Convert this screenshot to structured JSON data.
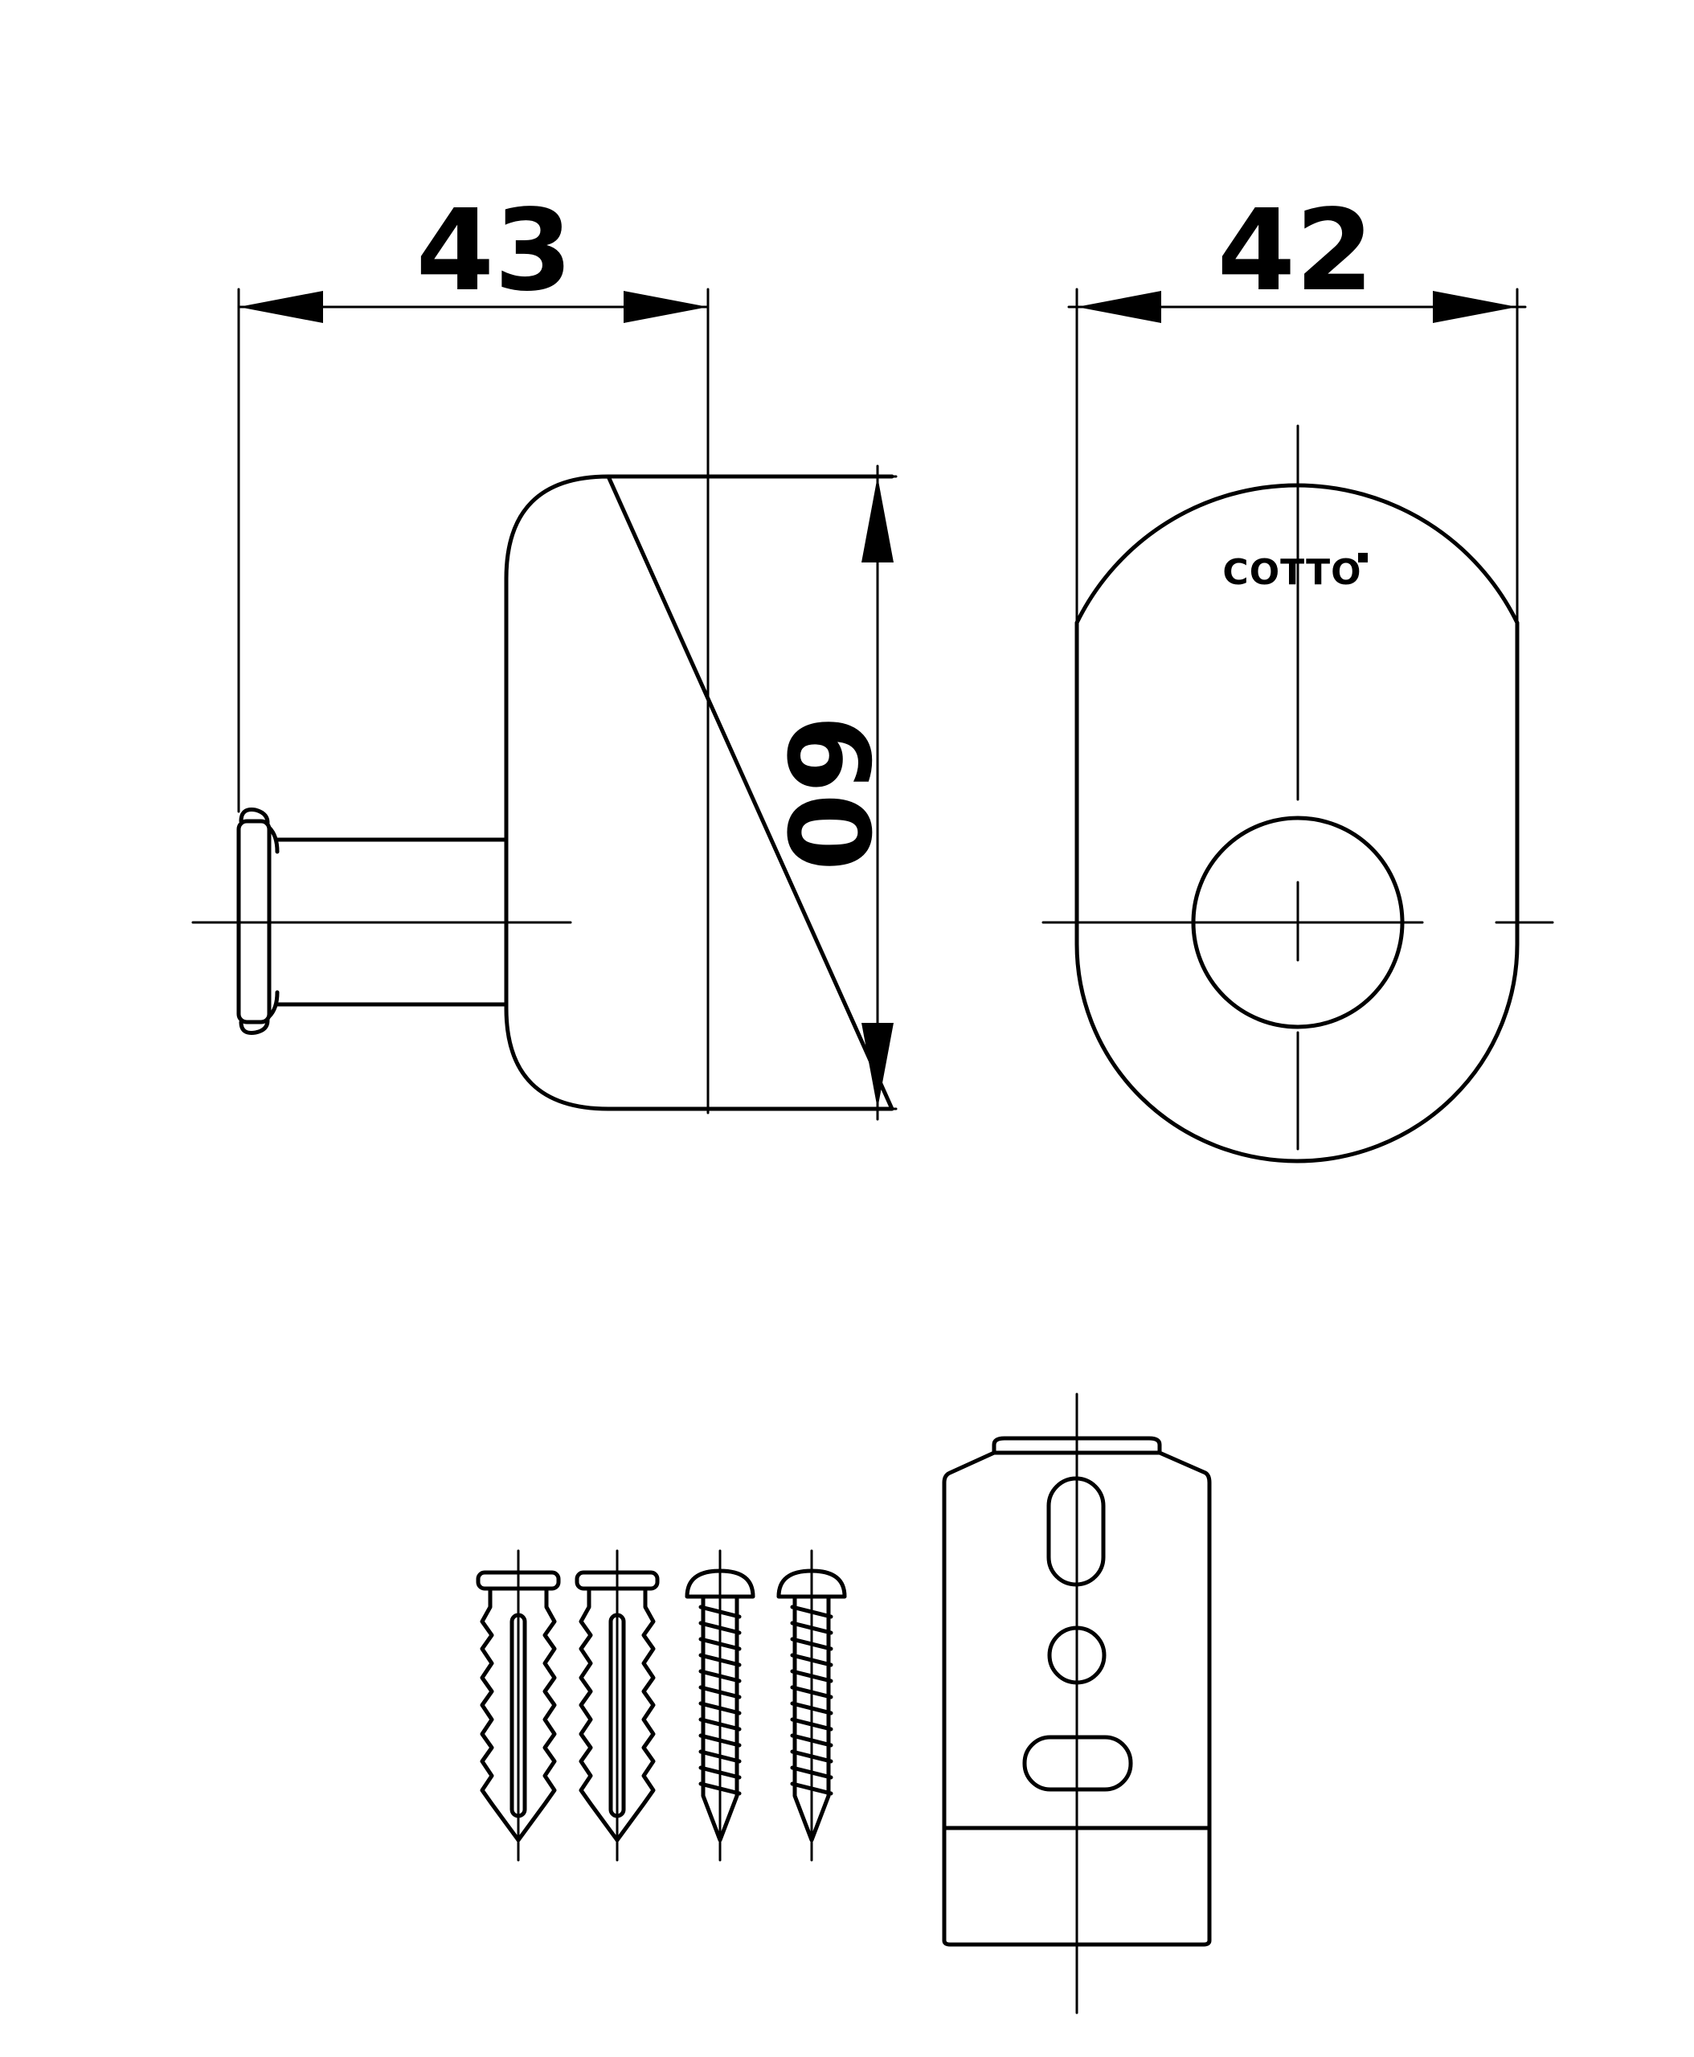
{
  "dimensions": {
    "side_width": "43",
    "front_width": "42",
    "height": "60"
  },
  "logo": {
    "text": "COTTO"
  },
  "colors": {
    "line": "#000000",
    "background": "#ffffff"
  }
}
